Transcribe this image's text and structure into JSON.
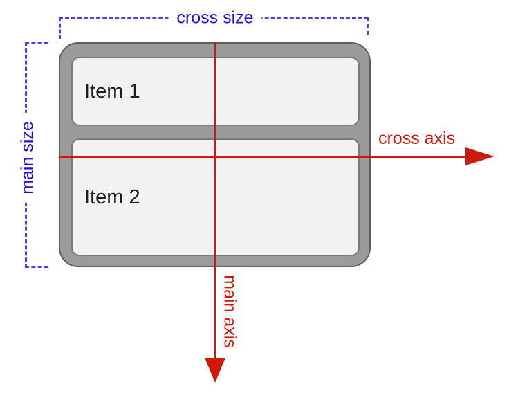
{
  "diagram": {
    "container": {
      "items": [
        {
          "label": "Item 1"
        },
        {
          "label": "Item 2"
        }
      ]
    },
    "annotations": {
      "cross_size": "cross size",
      "main_size": "main size",
      "cross_axis": "cross axis",
      "main_axis": "main axis"
    }
  },
  "colors": {
    "size_label_blue": "#1f11d4",
    "size_dash_blue": "#4a41e2",
    "axis_red": "#ce190a",
    "container_fill": "#9b9b9b",
    "container_border": "#5f5f5f",
    "item_fill": "#f2f2f2",
    "item_border": "#7a7a7a",
    "item_text": "#1c1c1c",
    "background": "#ffffff"
  }
}
